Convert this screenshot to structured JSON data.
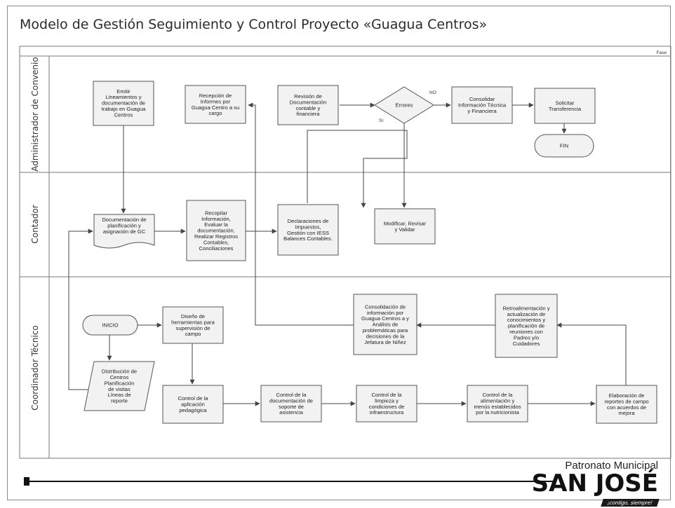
{
  "title": "Modelo de Gestión Seguimiento y Control Proyecto «Guagua Centros»",
  "corner_label": "Fase",
  "lanes": [
    {
      "label": "Administrador de Convenio"
    },
    {
      "label": "Contador"
    },
    {
      "label": "Coordinador Técnico"
    }
  ],
  "nodes": {
    "emitir": [
      "Emitir",
      "Lineamientos y",
      "documentación de",
      "trabajo en Guagua",
      "Centros"
    ],
    "recepcion": [
      "Recepción de",
      "Informes por",
      "Guagua Centro a su",
      "cargo"
    ],
    "revision": [
      "Revisión de",
      "Documentación",
      "contable y",
      "financiera"
    ],
    "errores": [
      "Errores"
    ],
    "consolidar_info": [
      "Consolidar",
      "Información Técnica",
      "y Financiera"
    ],
    "solicitar": [
      "Solicitar",
      "Transferencia"
    ],
    "fin": [
      "FIN"
    ],
    "documentacion": [
      "Documentación de",
      "planificación y",
      "asignación de GC"
    ],
    "recopilar": [
      "Recopilar",
      "Información,",
      "Evaluar la",
      "documentación,",
      "Realizar Registros",
      "Contables,",
      "Conciliaciones"
    ],
    "declaraciones": [
      "Declaraciones de",
      "Impuestos,",
      "Gestión con IESS",
      "Balances Contables."
    ],
    "modificar": [
      "Modificar, Revisar",
      "y Validar"
    ],
    "inicio": [
      "INICIO"
    ],
    "distribucion": [
      "Distribución de",
      "Centros",
      "Planificación",
      "de visitas",
      "Líneas de",
      "reporte"
    ],
    "diseno": [
      "Diseño de",
      "herramientas para",
      "supervisión de",
      "campo"
    ],
    "consolidacion": [
      "Consolidación de",
      "información por",
      "Guagua Centros a y",
      "Análisis de",
      "problemáticas para",
      "decisiones de la",
      "Jefatura de Niñez"
    ],
    "retro": [
      "Retroalimentación y",
      "actualización de",
      "conocimientos y",
      "planificación de",
      "reuniones con",
      "Padres y/o",
      "Cuidadores"
    ],
    "control_aplicacion": [
      "Control de la",
      "aplicación",
      "pedagógica"
    ],
    "control_documentacion": [
      "Control de la",
      "documentación de",
      "soporte de",
      "asistencia"
    ],
    "control_limpieza": [
      "Control de la",
      "limpieza y",
      "condiciones de",
      "infraestructura"
    ],
    "control_alimentacion": [
      "Control de la",
      "alimentación y",
      "menús establecidos",
      "por la nutricionista"
    ],
    "elaboracion": [
      "Elaboración de",
      "reportes de campo",
      "con acuerdos de",
      "mejora"
    ]
  },
  "decision_labels": {
    "no": "NO",
    "si": "SI"
  },
  "brand": {
    "line1": "Patronato Municipal",
    "line2": "SAN JOSÉ",
    "tag": "¡contigo, siempre!"
  },
  "colors": {
    "box_fill": "#f2f2f2",
    "box_stroke": "#555555",
    "lane_line": "#7a7a7a",
    "arrow": "#444444",
    "footer_bar": "#111111"
  }
}
